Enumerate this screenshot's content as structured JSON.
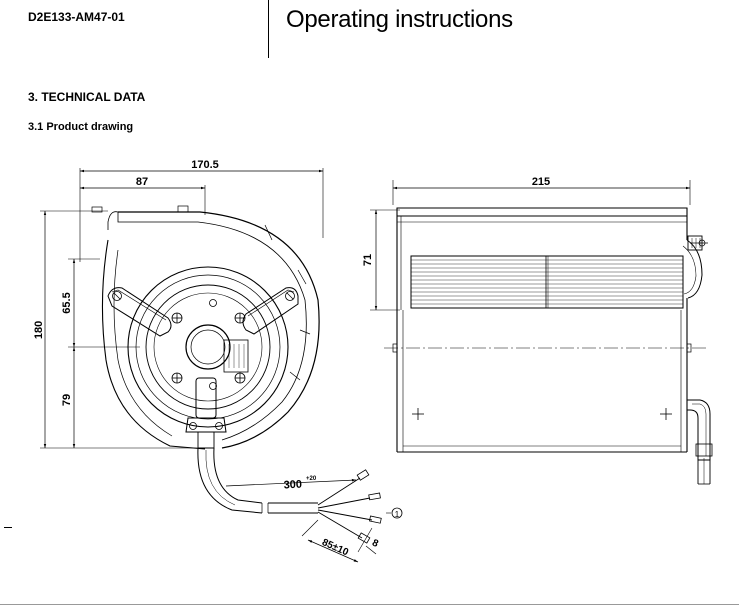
{
  "header": {
    "doc_code": "D2E133-AM47-01",
    "title": "Operating instructions"
  },
  "section": {
    "heading": "3. TECHNICAL DATA",
    "subheading": "3.1 Product drawing"
  },
  "drawing": {
    "dim_overall_width": "170.5",
    "dim_center_offset": "87",
    "dim_height": "180",
    "dim_upper_offset": "65.5",
    "dim_lower_offset": "79",
    "dim_side_length": "215",
    "dim_side_height": "71",
    "dim_cable_length": "300",
    "dim_cable_tolerance": "+20",
    "dim_lead_strip": "85±10",
    "dim_lead_end": "8",
    "callout_marker": "1"
  }
}
